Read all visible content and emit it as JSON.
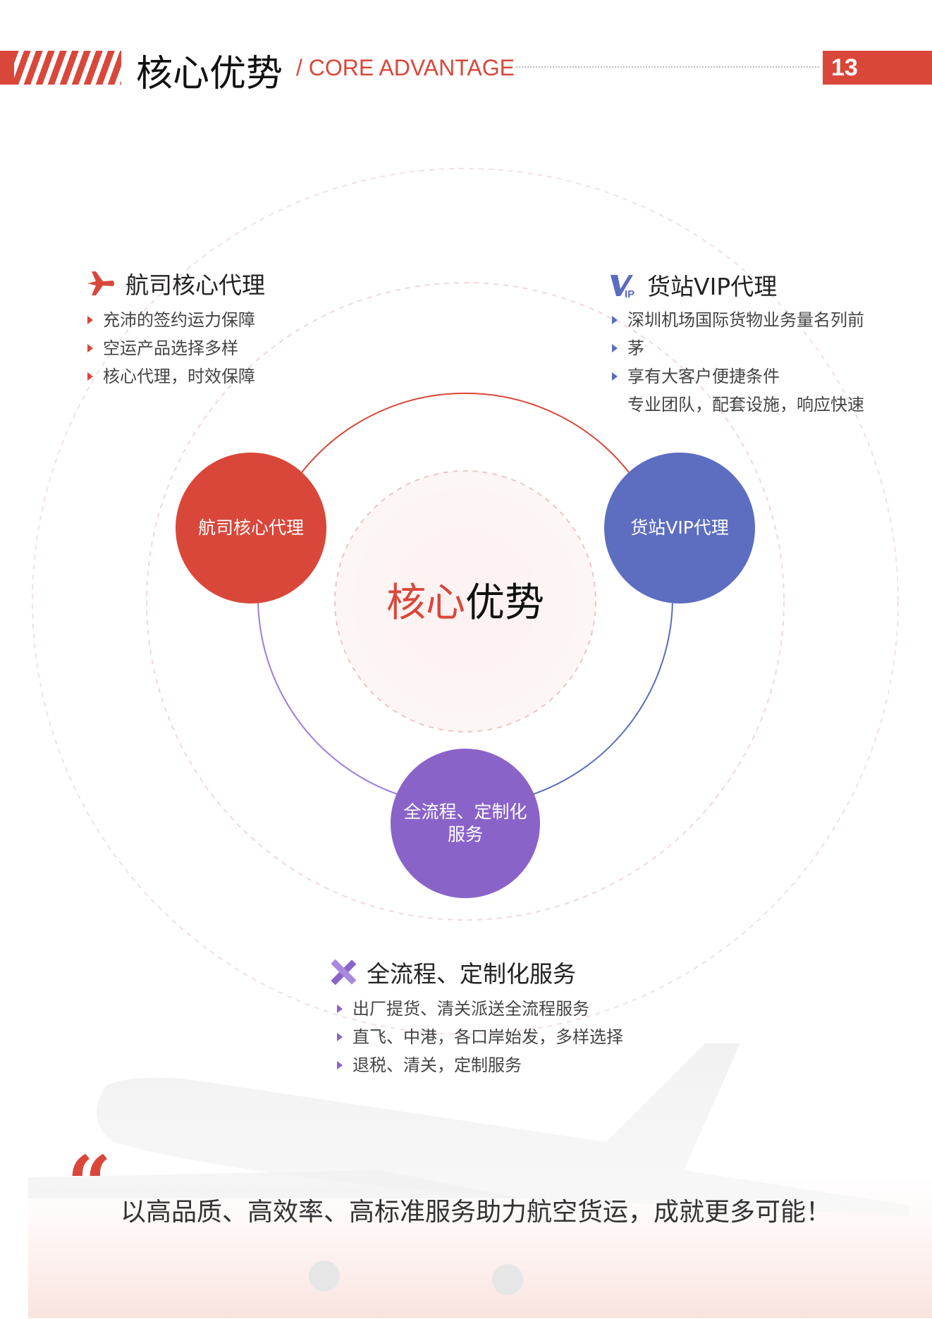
{
  "header": {
    "title": "核心优势",
    "subtitle": "/ CORE ADVANTAGE",
    "page_number": "13"
  },
  "diagram": {
    "center_label_red": "核心",
    "center_label_dark": "优势",
    "nodes": [
      {
        "label": "航司核心代理",
        "color": "#d9473a"
      },
      {
        "label": "货站VIP代理",
        "color": "#5b6bbf"
      },
      {
        "label": "全流程、定制化服务",
        "color": "#8a63c9"
      }
    ]
  },
  "sections": {
    "airline": {
      "icon": "airplane-icon",
      "title": "航司核心代理",
      "bullets": [
        "充沛的签约运力保障",
        "空运产品选择多样",
        "核心代理，时效保障"
      ]
    },
    "vip": {
      "icon": "vip-icon",
      "title": "货站VIP代理",
      "bullets": [
        "深圳机场国际货物业务量名列前",
        "茅",
        "享有大客户便捷条件"
      ],
      "extra_line": "专业团队，配套设施，响应快速"
    },
    "service": {
      "icon": "tools-icon",
      "title": "全流程、定制化服务",
      "bullets": [
        "出厂提货、清关派送全流程服务",
        "直飞、中港，各口岸始发，多样选择",
        "退税、清关，定制服务"
      ]
    }
  },
  "quote": {
    "mark": "“",
    "text": "以高品质、高效率、高标准服务助力航空货运，成就更多可能！"
  }
}
